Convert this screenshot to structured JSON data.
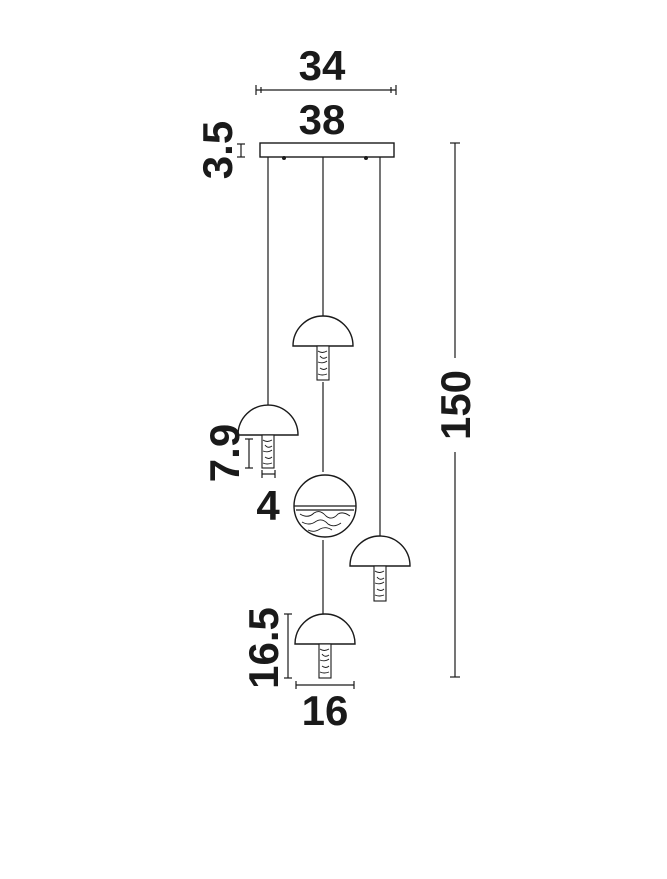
{
  "dimensions": {
    "inner_width": "34",
    "outer_width": "38",
    "canopy_height": "3.5",
    "total_height": "150",
    "tube_height": "7.9",
    "tube_diameter": "4",
    "pendant_height": "16.5",
    "shade_diameter": "16"
  },
  "colors": {
    "line": "#1a1a1a",
    "background": "#ffffff"
  }
}
